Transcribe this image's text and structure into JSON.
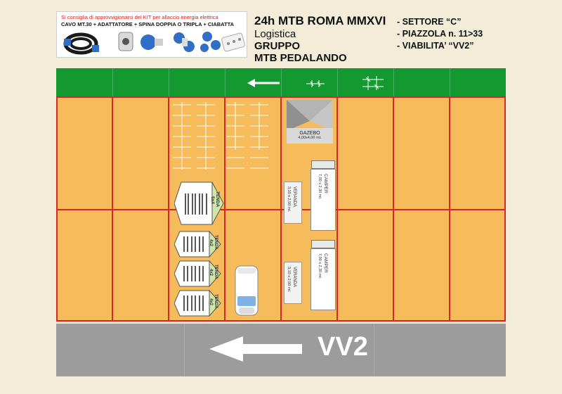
{
  "kit_note": {
    "line1": "Si consiglia di approvvigionarsi del KIT per allaccio energia elettrica",
    "line2": "CAVO MT.30 + ADATTATORE + SPINA DOPPIA O TRIPLA + CIABATTA"
  },
  "header": {
    "event": "24h MTB ROMA MMXVI",
    "section": "Logistica",
    "group_label": "GRUPPO",
    "group_name": "MTB PEDALANDO"
  },
  "info": {
    "settore": "- SETTORE “C”",
    "piazzola_prefix": "- PIAZZOLA n. ",
    "piazzola_range": "11>33",
    "viabilita": "- VIABILITA’ “VV2”"
  },
  "road": {
    "label": "VV2"
  },
  "gazebo": {
    "label": "GAZEBO",
    "size": "4,00x4,00 mt."
  },
  "campers": [
    {
      "label": "CAMPER",
      "size": "7,00 x 2,30 mt.",
      "veranda_label": "VERANDA",
      "veranda_size": "3,10 x 2,50 mt."
    },
    {
      "label": "CAMPER",
      "size": "7,00 x 2,30 mt.",
      "veranda_label": "VERANDA",
      "veranda_size": "3,10 x 2,50 mt."
    }
  ],
  "tents": [
    {
      "label": "TENDA",
      "size": "5x4"
    },
    {
      "label": "TENDA",
      "size": "4x2"
    },
    {
      "label": "TENDA",
      "size": "4x2"
    },
    {
      "label": "TENDA",
      "size": "4x2"
    }
  ],
  "colors": {
    "plot": "#f6bc5c",
    "plot_border": "#d8262a",
    "green_strip": "#13992f",
    "road": "#9c9c9c",
    "tent_tag": "#cfe7a8"
  }
}
